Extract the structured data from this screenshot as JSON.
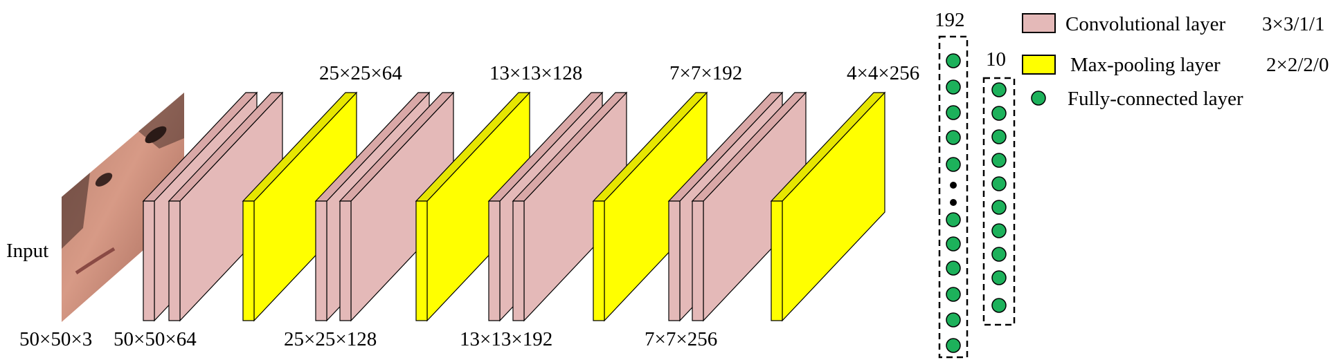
{
  "input": {
    "label": "Input",
    "dims": "50×50×3",
    "image_alt": "face-crop-image"
  },
  "colors": {
    "conv": "#e4b9b8",
    "conv_dark": "#d9a8a7",
    "pool": "#ffff00",
    "pool_dark": "#e6e600",
    "fc": "#1db15b"
  },
  "top_dims": [
    "25×25×64",
    "13×13×128",
    "7×7×192",
    "4×4×256"
  ],
  "bottom_dims": [
    "50×50×64",
    "25×25×128",
    "13×13×192",
    "7×7×256"
  ],
  "fc": {
    "layer1_count": "192",
    "layer2_count": "10"
  },
  "legend": {
    "conv_label": "Convolutional layer",
    "conv_spec": "3×3/1/1",
    "pool_label": "Max-pooling layer",
    "pool_spec": "2×2/2/0",
    "fc_label": "Fully-connected layer"
  }
}
